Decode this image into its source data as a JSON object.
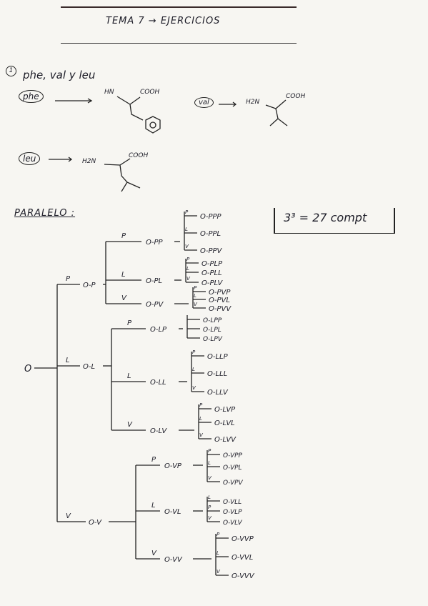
{
  "header": {
    "title": "TEMA 7 → EJERCICIOS"
  },
  "exercise": {
    "number": "1",
    "statement": "phe, val y leu",
    "amino_acids": [
      {
        "abbr": "phe",
        "amine": "HN",
        "acid": "COOH"
      },
      {
        "abbr": "val",
        "amine": "H2N",
        "acid": "COOH"
      },
      {
        "abbr": "leu",
        "amine": "H2N",
        "acid": "COOH"
      }
    ]
  },
  "section": {
    "heading": "PARALELO :",
    "result": "3³ = 27 compt"
  },
  "tree": {
    "root": "O",
    "level1": [
      {
        "edge": "P",
        "node": "O-P"
      },
      {
        "edge": "L",
        "node": "O-L"
      },
      {
        "edge": "V",
        "node": "O-V"
      }
    ],
    "level2": [
      {
        "edge": "P",
        "node": "O-PP"
      },
      {
        "edge": "L",
        "node": "O-PL"
      },
      {
        "edge": "V",
        "node": "O-PV"
      },
      {
        "edge": "P",
        "node": "O-LP"
      },
      {
        "edge": "L",
        "node": "O-LL"
      },
      {
        "edge": "V",
        "node": "O-LV"
      },
      {
        "edge": "P",
        "node": "O-VP"
      },
      {
        "edge": "L",
        "node": "O-VL"
      },
      {
        "edge": "V",
        "node": "O-VV"
      }
    ],
    "leaves": [
      {
        "edge": "P",
        "node": "O-PPP"
      },
      {
        "edge": "L",
        "node": "O-PPL"
      },
      {
        "edge": "V",
        "node": "O-PPV"
      },
      {
        "edge": "P",
        "node": "O-PLP"
      },
      {
        "edge": "L",
        "node": "O-PLL"
      },
      {
        "edge": "V",
        "node": "O-PLV"
      },
      {
        "edge": "P",
        "node": "O-PVP"
      },
      {
        "edge": "L",
        "node": "O-PVL"
      },
      {
        "edge": "V",
        "node": "O-PVV"
      },
      {
        "edge": "",
        "node": "O-LPP"
      },
      {
        "edge": "",
        "node": "O-LPL"
      },
      {
        "edge": "",
        "node": "O-LPV"
      },
      {
        "edge": "P",
        "node": "O-LLP"
      },
      {
        "edge": "L",
        "node": "O-LLL"
      },
      {
        "edge": "V",
        "node": "O-LLV"
      },
      {
        "edge": "P",
        "node": "O-LVP"
      },
      {
        "edge": "L",
        "node": "O-LVL"
      },
      {
        "edge": "V",
        "node": "O-LVV"
      },
      {
        "edge": "P",
        "node": "O-VPP"
      },
      {
        "edge": "L",
        "node": "O-VPL"
      },
      {
        "edge": "V",
        "node": "O-VPV"
      },
      {
        "edge": "L",
        "node": "O-VLL"
      },
      {
        "edge": "P",
        "node": "O-VLP"
      },
      {
        "edge": "V",
        "node": "O-VLV"
      },
      {
        "edge": "P",
        "node": "O-VVP"
      },
      {
        "edge": "L",
        "node": "O-VVL"
      },
      {
        "edge": "V",
        "node": "O-VVV"
      }
    ]
  }
}
